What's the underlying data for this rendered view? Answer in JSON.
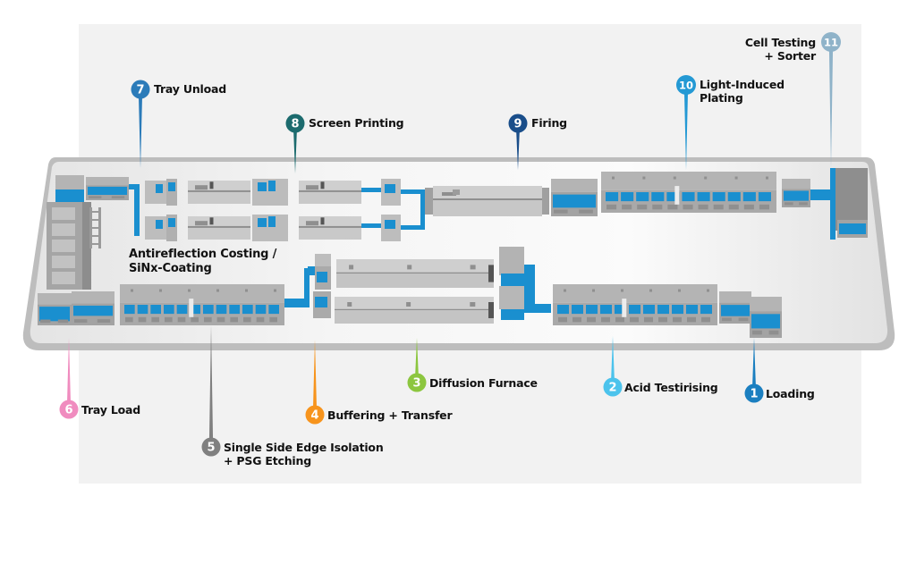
{
  "diagram": {
    "title": "Solar Cell Production Line Layout",
    "center_label": [
      "Antireflection Costing /",
      "SiNx-Coating"
    ],
    "colors": {
      "panel": "#f2f2f2",
      "platform_fill": "#f4f4f4",
      "platform_rim": "#b9b9b9",
      "machine_light": "#cfcfcf",
      "machine_mid": "#b4b4b4",
      "machine_dark": "#8f8f8f",
      "conveyor_blue": "#1a8fcf"
    },
    "stations": [
      {
        "number": "1",
        "label": [
          "Loading"
        ],
        "color": "#1b7fc0"
      },
      {
        "number": "2",
        "label": [
          "Acid Testirising"
        ],
        "color": "#4cc3ec"
      },
      {
        "number": "3",
        "label": [
          "Diffusion Furnace"
        ],
        "color": "#8cc63f"
      },
      {
        "number": "4",
        "label": [
          "Buffering + Transfer"
        ],
        "color": "#f7941d"
      },
      {
        "number": "5",
        "label": [
          "Single Side Edge Isolation",
          "+ PSG Etching"
        ],
        "color": "#808080"
      },
      {
        "number": "6",
        "label": [
          "Tray Load"
        ],
        "color": "#f08cbf"
      },
      {
        "number": "7",
        "label": [
          "Tray Unload"
        ],
        "color": "#2b7bb9"
      },
      {
        "number": "8",
        "label": [
          "Screen Printing"
        ],
        "color": "#1c6b6e"
      },
      {
        "number": "9",
        "label": [
          "Firing"
        ],
        "color": "#1a4e8a"
      },
      {
        "number": "10",
        "label": [
          "Light-Induced",
          "Plating"
        ],
        "color": "#2499d4"
      },
      {
        "number": "11",
        "label": [
          "Cell Testing",
          "+ Sorter"
        ],
        "color": "#8fb3c9"
      }
    ]
  }
}
